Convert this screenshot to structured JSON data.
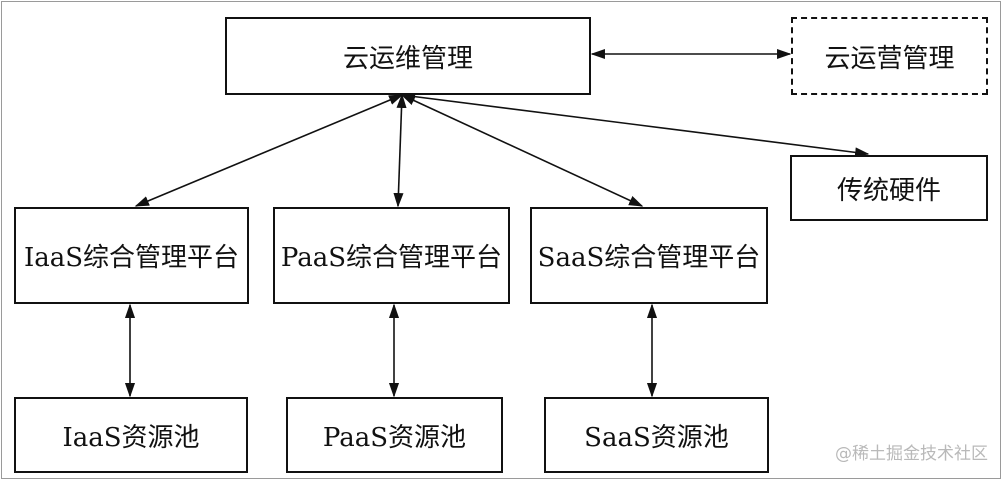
{
  "nodes": {
    "cloud_ops": "云运维管理",
    "cloud_business": "云运营管理",
    "legacy_hardware": "传统硬件",
    "iaas_platform": "IaaS综合管理平台",
    "paas_platform": "PaaS综合管理平台",
    "saas_platform": "SaaS综合管理平台",
    "iaas_pool": "IaaS资源池",
    "paas_pool": "PaaS资源池",
    "saas_pool": "SaaS资源池"
  },
  "watermark": "@稀土掘金技术社区"
}
